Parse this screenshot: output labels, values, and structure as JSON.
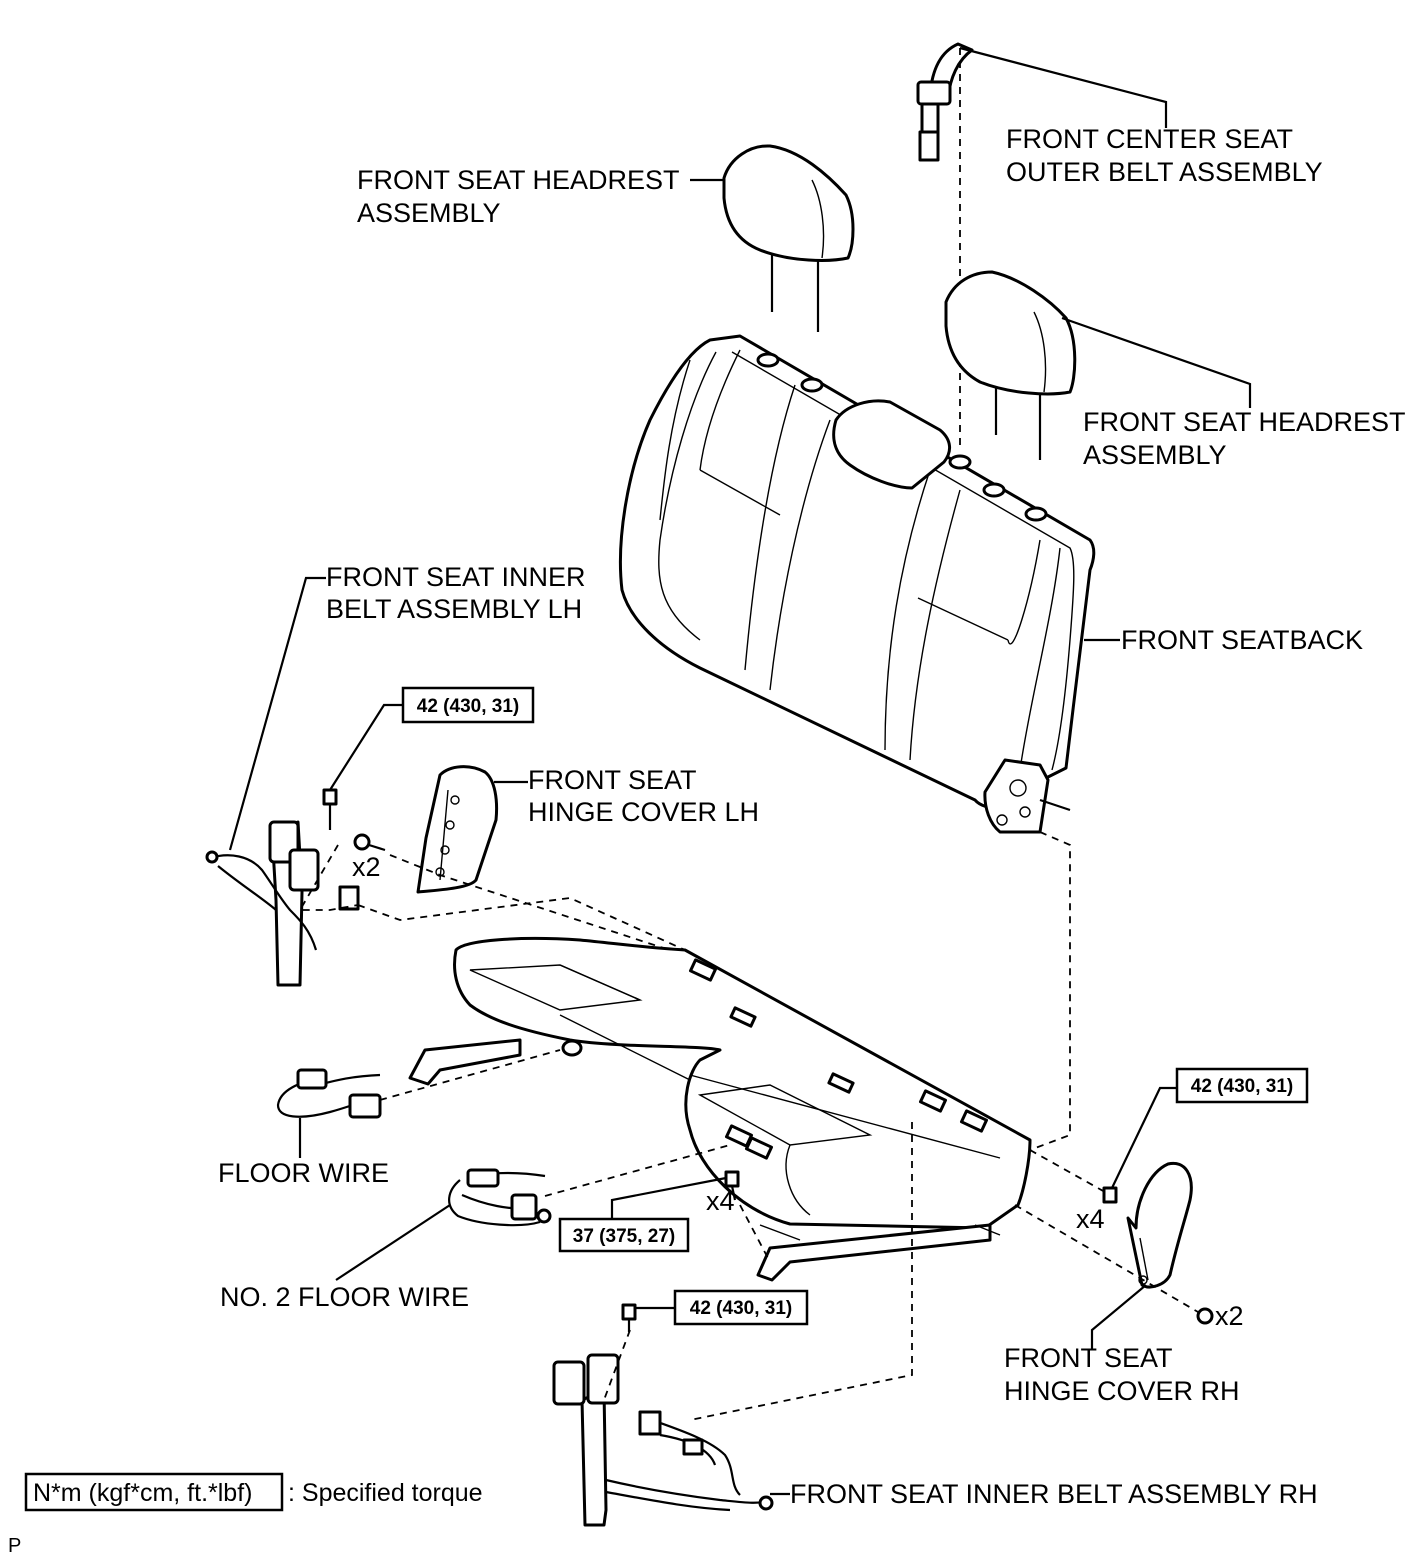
{
  "labels": {
    "center_belt_l1": "FRONT CENTER SEAT",
    "center_belt_l2": "OUTER BELT ASSEMBLY",
    "headrest_left_l1": "FRONT SEAT HEADREST",
    "headrest_left_l2": "ASSEMBLY",
    "headrest_right_l1": "FRONT SEAT HEADREST",
    "headrest_right_l2": "ASSEMBLY",
    "inner_belt_lh_l1": "FRONT SEAT INNER",
    "inner_belt_lh_l2": "BELT ASSEMBLY LH",
    "seatback": "FRONT SEATBACK",
    "hinge_cover_lh_l1": "FRONT SEAT",
    "hinge_cover_lh_l2": "HINGE COVER LH",
    "floor_wire": "FLOOR WIRE",
    "no2_floor_wire": "NO. 2 FLOOR WIRE",
    "hinge_cover_rh_l1": "FRONT SEAT",
    "hinge_cover_rh_l2": "HINGE COVER RH",
    "inner_belt_rh": "FRONT SEAT INNER BELT ASSEMBLY RH"
  },
  "quantities": {
    "lh_bolts": "x2",
    "center_bolts": "x4",
    "rh_bolts": "x4",
    "rh_screws": "x2"
  },
  "torques": {
    "lh_belt": "42 (430, 31)",
    "rh_hinge": "42 (430, 31)",
    "seat_cushion": "37 (375, 27)",
    "rh_belt": "42 (430, 31)"
  },
  "legend": {
    "unit_box": "N*m (kgf*cm, ft.*lbf)",
    "description": ": Specified torque"
  },
  "corner_mark": "P"
}
